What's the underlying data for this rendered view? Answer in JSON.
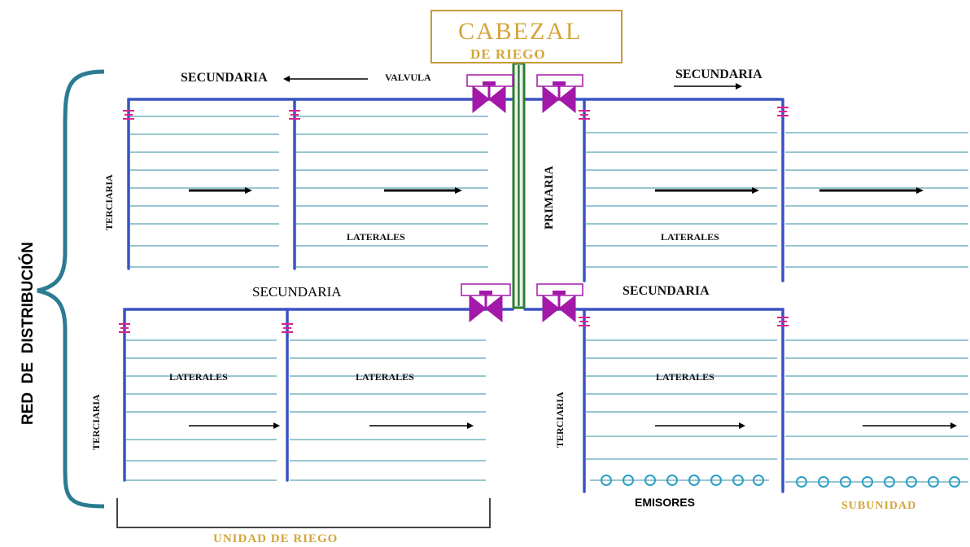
{
  "header": {
    "title_line1": "CABEZAL",
    "title_line2": "DE RIEGO"
  },
  "side_label": "RED  DE  DISTRIBUCIÓN",
  "labels": {
    "secundaria": "SECUNDARIA",
    "valvula": "VALVULA",
    "primaria": "PRIMARIA",
    "terciaria": "TERCIARIA",
    "laterales": "LATERALES",
    "emisores": "EMISORES",
    "subunidad": "SUBUNIDAD",
    "unidad": "UNIDAD DE RIEGO"
  },
  "colors": {
    "pipe_blue": "#3a53c4",
    "lateral_teal": "#5aa3b8",
    "primary_green": "#2e7d32",
    "valve_magenta": "#a318a8",
    "emitter_cyan": "#2a9fc9",
    "gold": "#d4a63a",
    "brace_teal": "#2b7b92"
  },
  "icons": [
    "valve-icon",
    "pipe-junction-icon",
    "emitter-icon",
    "brace-icon",
    "flow-arrow-icon"
  ]
}
